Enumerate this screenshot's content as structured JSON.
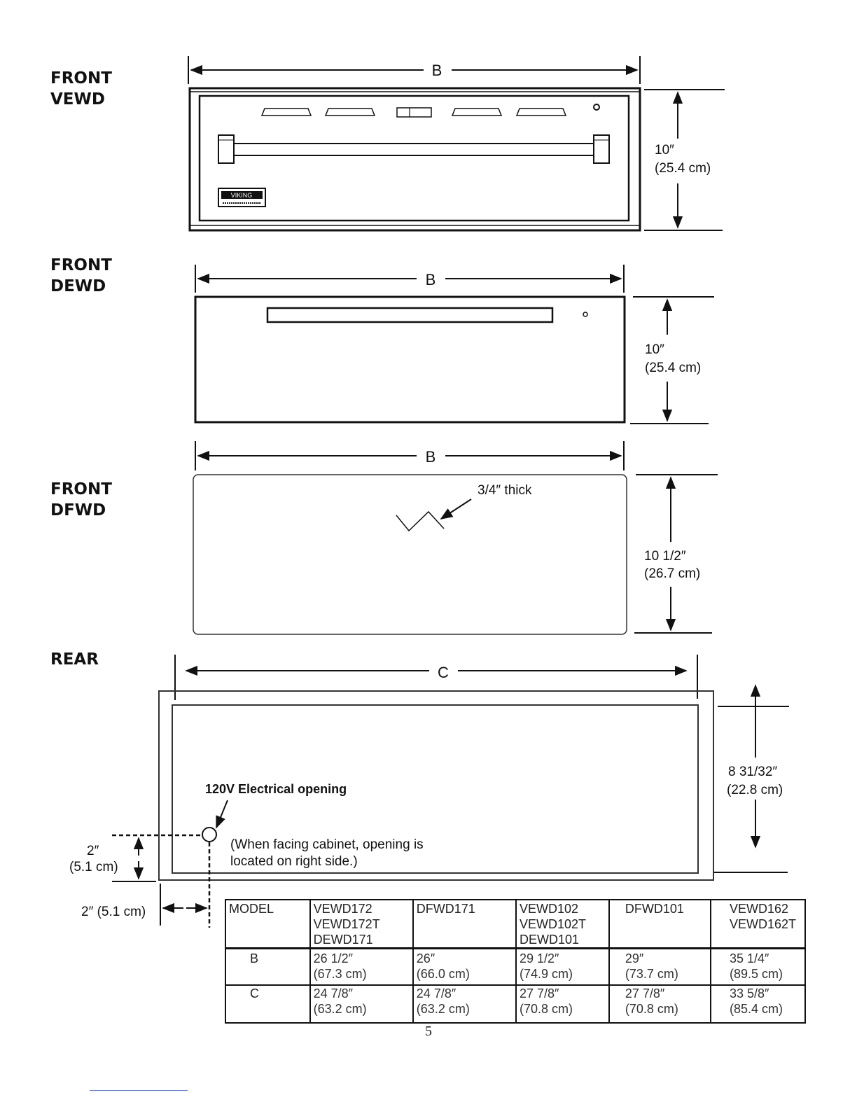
{
  "sections": {
    "front_vewd": {
      "line1": "FRONT",
      "line2": "VEWD",
      "width_label": "B",
      "height_in": "10″",
      "height_cm": "(25.4 cm)"
    },
    "front_dewd": {
      "line1": "FRONT",
      "line2": "DEWD",
      "width_label": "B",
      "height_in": "10″",
      "height_cm": "(25.4 cm)"
    },
    "front_dfwd": {
      "line1": "FRONT",
      "line2": "DFWD",
      "width_label": "B",
      "height_in": "10 1/2″",
      "height_cm": "(26.7 cm)",
      "thickness_note": "3/4″ thick"
    },
    "rear": {
      "line1": "REAR",
      "width_label": "C",
      "height_in": "8 31/32″",
      "height_cm": "(22.8 cm)",
      "electrical_title": "120V Electrical opening",
      "electrical_note_1": "(When facing cabinet, opening is",
      "electrical_note_2": "located on right side.)",
      "vertical_offset_in": "2″",
      "vertical_offset_cm": "(5.1 cm)",
      "horizontal_offset": "2″ (5.1 cm)"
    }
  },
  "logo_text": "VIKING",
  "table": {
    "header": {
      "model_label": "MODEL",
      "columns": [
        [
          "VEWD172",
          "VEWD172T",
          "DEWD171"
        ],
        [
          "DFWD171"
        ],
        [
          "VEWD102",
          "VEWD102T",
          "DEWD101"
        ],
        [
          "DFWD101"
        ],
        [
          "VEWD162",
          "VEWD162T"
        ]
      ]
    },
    "rows": [
      {
        "name": "B",
        "values": [
          [
            "26 1/2″",
            "(67.3 cm)"
          ],
          [
            "26″",
            "(66.0 cm)"
          ],
          [
            "29 1/2″",
            "(74.9 cm)"
          ],
          [
            "29″",
            "(73.7 cm)"
          ],
          [
            "35 1/4″",
            "(89.5 cm)"
          ]
        ]
      },
      {
        "name": "C",
        "values": [
          [
            "24 7/8″",
            "(63.2 cm)"
          ],
          [
            "24 7/8″",
            "(63.2 cm)"
          ],
          [
            "27 7/8″",
            "(70.8 cm)"
          ],
          [
            "27 7/8″",
            "(70.8 cm)"
          ],
          [
            "33 5/8″",
            "(85.4 cm)"
          ]
        ]
      }
    ]
  },
  "page_number": "5"
}
